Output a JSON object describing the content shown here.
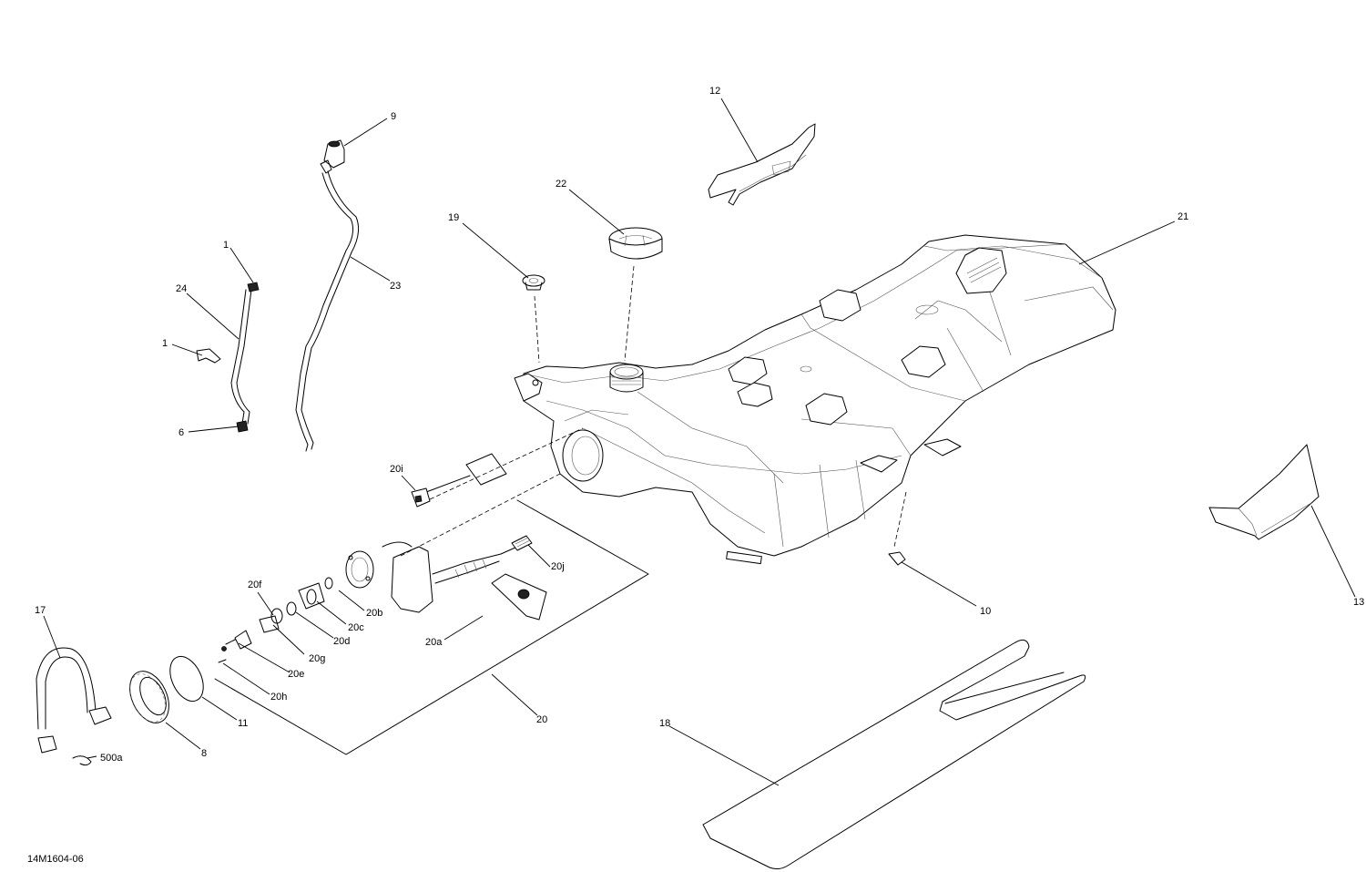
{
  "drawing_id": "14M1604-06",
  "callouts": {
    "c1a": "1",
    "c1b": "1",
    "c6": "6",
    "c8": "8",
    "c9": "9",
    "c10": "10",
    "c11": "11",
    "c12": "12",
    "c13": "13",
    "c17": "17",
    "c18": "18",
    "c19": "19",
    "c20": "20",
    "c20a": "20a",
    "c20b": "20b",
    "c20c": "20c",
    "c20d": "20d",
    "c20e": "20e",
    "c20f": "20f",
    "c20g": "20g",
    "c20h": "20h",
    "c20i": "20i",
    "c20j": "20j",
    "c21": "21",
    "c22": "22",
    "c23": "23",
    "c24": "24",
    "c500a": "500a"
  }
}
